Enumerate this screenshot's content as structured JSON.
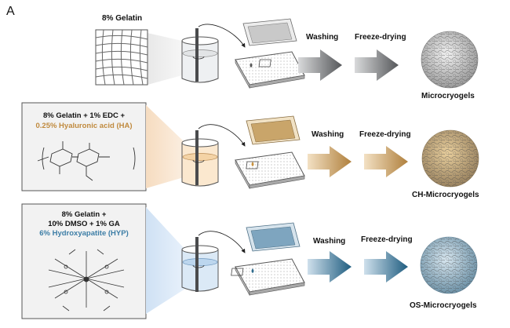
{
  "panel_letter": "A",
  "colors": {
    "gray": "#6f7072",
    "gold": "#c29552",
    "blue": "#2f6b8c",
    "ha_text": "#c08a3e",
    "hyp_text": "#3d7ea6"
  },
  "rows": [
    {
      "id": "gelatin",
      "material_label": "8% Gelatin",
      "process_steps": [
        "Washing",
        "Freeze-drying"
      ],
      "product_label": "Microcryogels"
    },
    {
      "id": "ch",
      "material_lines": [
        "8% Gelatin + 1% EDC +"
      ],
      "material_highlight": "0.25% Hyaluronic acid (HA)",
      "process_steps": [
        "Washing",
        "Freeze-drying"
      ],
      "product_label": "CH-Microcryogels"
    },
    {
      "id": "os",
      "material_lines": [
        "8% Gelatin +",
        "10% DMSO + 1% GA"
      ],
      "material_highlight": "6% Hydroxyapatite (HYP)",
      "process_steps": [
        "Washing",
        "Freeze-drying"
      ],
      "product_label": "OS-Microcryogels"
    }
  ]
}
